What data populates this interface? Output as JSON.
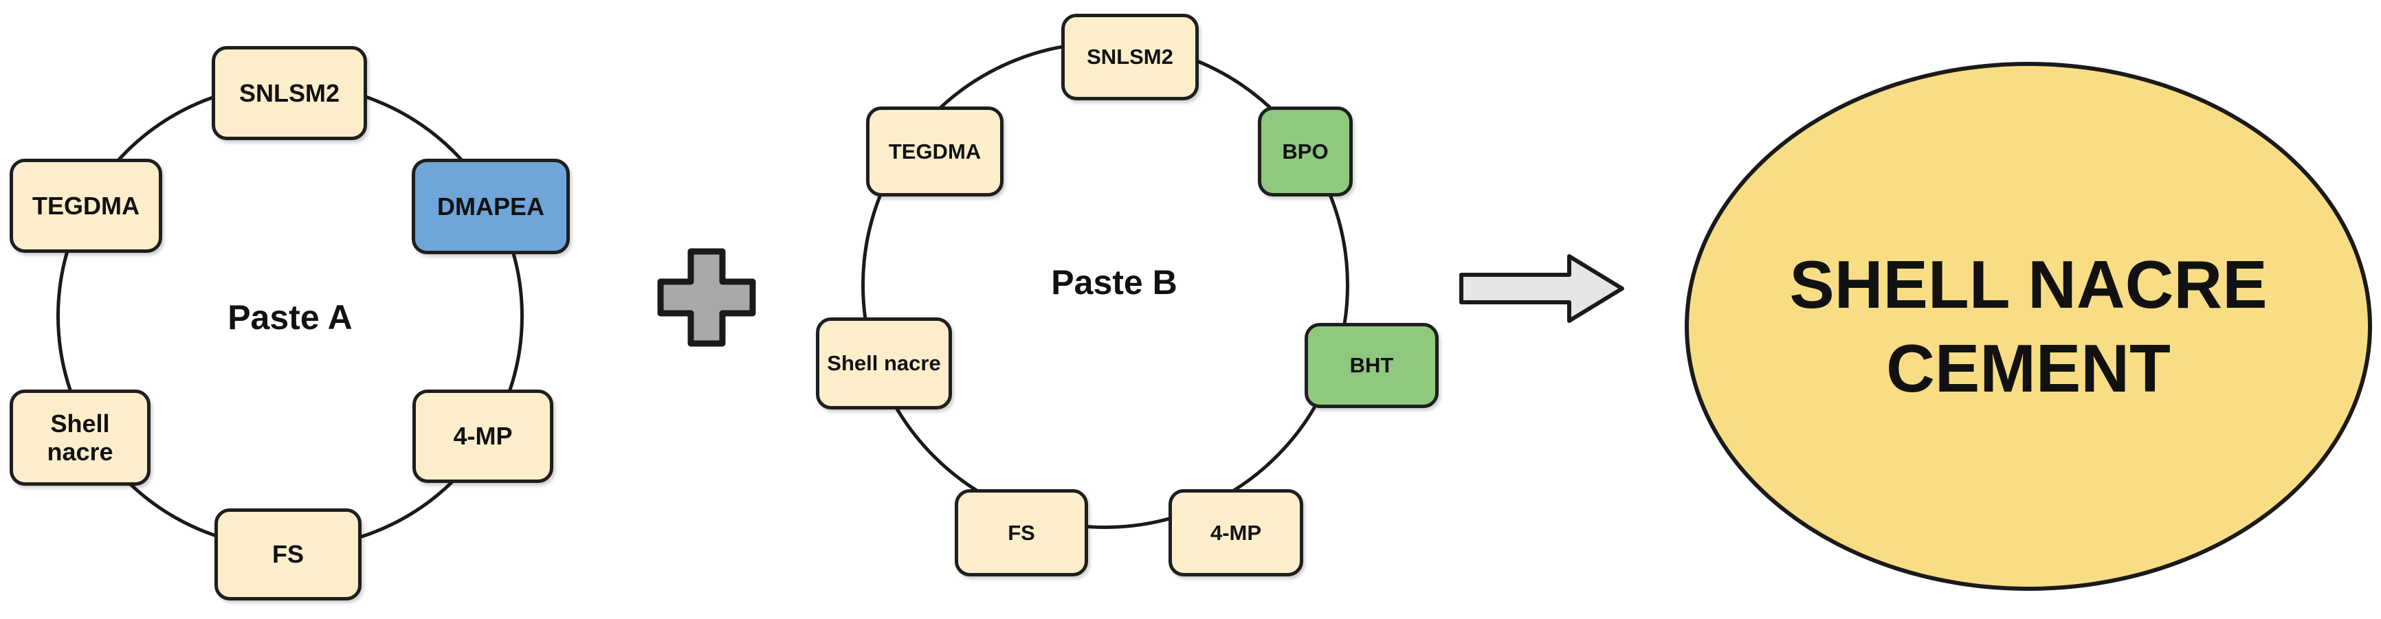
{
  "paste_a": {
    "title": "Paste A",
    "components": [
      {
        "label": "SNLSM2",
        "color": "#fdeecb"
      },
      {
        "label": "DMAPEA",
        "color": "#6fa5d8"
      },
      {
        "label": "4-MP",
        "color": "#fdeecb"
      },
      {
        "label": "FS",
        "color": "#fdeecb"
      },
      {
        "label": "Shell nacre",
        "color": "#fdeecb"
      },
      {
        "label": "TEGDMA",
        "color": "#fdeecb"
      }
    ]
  },
  "paste_b": {
    "title": "Paste B",
    "components": [
      {
        "label": "SNLSM2",
        "color": "#fdeecb"
      },
      {
        "label": "BPO",
        "color": "#8fc97f"
      },
      {
        "label": "BHT",
        "color": "#8fc97f"
      },
      {
        "label": "4-MP",
        "color": "#fdeecb"
      },
      {
        "label": "FS",
        "color": "#fdeecb"
      },
      {
        "label": "Shell nacre",
        "color": "#fdeecb"
      },
      {
        "label": "TEGDMA",
        "color": "#fdeecb"
      }
    ]
  },
  "operators": {
    "plus_icon": "plus-icon",
    "arrow_icon": "arrow-right-icon"
  },
  "result": {
    "line1": "SHELL NACRE",
    "line2": "CEMENT",
    "fill_color": "#f8dd85"
  }
}
